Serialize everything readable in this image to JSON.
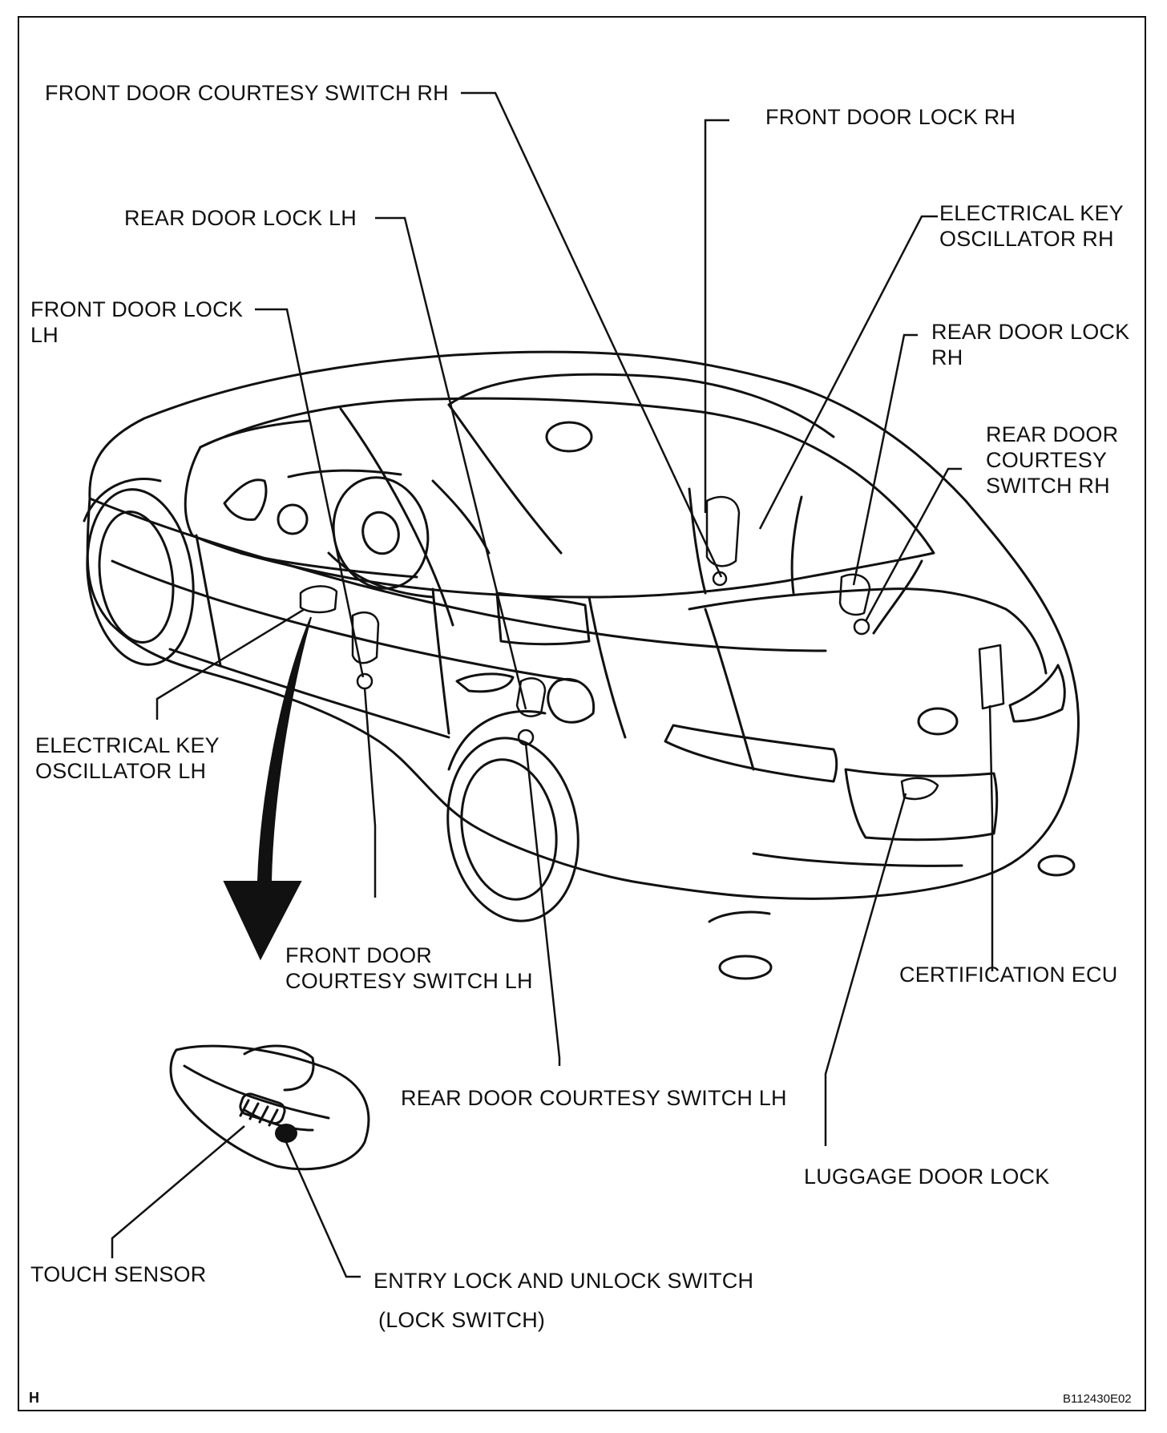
{
  "diagram": {
    "labels": {
      "front_door_courtesy_switch_rh": "FRONT DOOR COURTESY SWITCH RH",
      "front_door_lock_rh": "FRONT DOOR LOCK RH",
      "rear_door_lock_lh": "REAR DOOR LOCK LH",
      "electrical_key_oscillator_rh": "ELECTRICAL KEY\nOSCILLATOR RH",
      "front_door_lock_lh": "FRONT DOOR LOCK\nLH",
      "rear_door_lock_rh": "REAR DOOR LOCK\nRH",
      "rear_door_courtesy_switch_rh": "REAR DOOR\nCOURTESY\nSWITCH RH",
      "electrical_key_oscillator_lh": "ELECTRICAL KEY\nOSCILLATOR LH",
      "front_door_courtesy_switch_lh": "FRONT DOOR\nCOURTESY SWITCH LH",
      "certification_ecu": "CERTIFICATION ECU",
      "rear_door_courtesy_switch_lh": "REAR DOOR COURTESY SWITCH LH",
      "luggage_door_lock": "LUGGAGE DOOR LOCK",
      "touch_sensor": "TOUCH SENSOR",
      "entry_lock_switch": "ENTRY LOCK AND UNLOCK SWITCH",
      "lock_switch": "(LOCK SWITCH)"
    },
    "footer": {
      "left_code": "H",
      "right_code": "B112430E02"
    },
    "colors": {
      "line": "#111111",
      "background": "#ffffff"
    }
  }
}
